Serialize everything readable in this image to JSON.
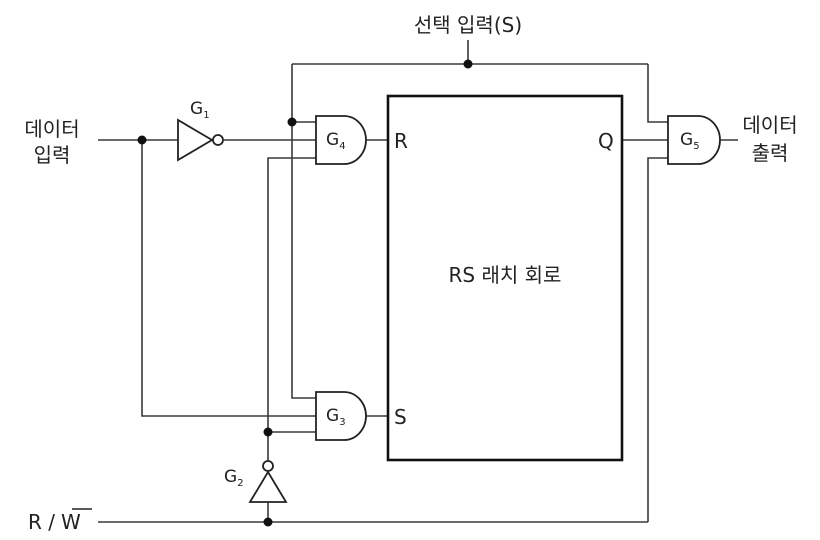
{
  "labels": {
    "select_input": "선택 입력(S)",
    "data_input_line1": "데이터",
    "data_input_line2": "입력",
    "data_output_line1": "데이터",
    "data_output_line2": "출력",
    "rw_r": "R /",
    "rw_w": "W",
    "latch_title": "RS 래치 회로",
    "latch_r": "R",
    "latch_s": "S",
    "latch_q": "Q"
  },
  "gates": {
    "g1": {
      "letter": "G",
      "sub": "1"
    },
    "g2": {
      "letter": "G",
      "sub": "2"
    },
    "g3": {
      "letter": "G",
      "sub": "3"
    },
    "g4": {
      "letter": "G",
      "sub": "4"
    },
    "g5": {
      "letter": "G",
      "sub": "5"
    }
  }
}
